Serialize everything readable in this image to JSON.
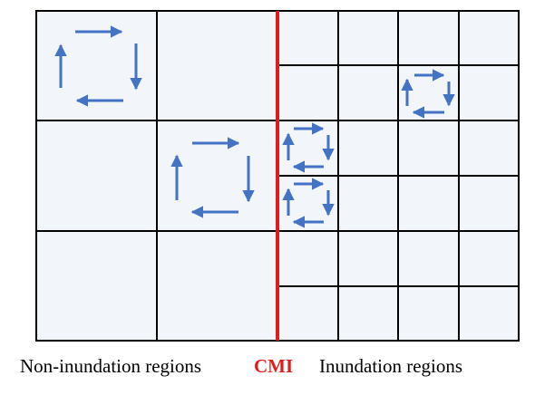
{
  "colors": {
    "cell_fill": "#f2f5fa",
    "grid_line": "#000000",
    "interface_line": "#e31b1b",
    "arrow": "#4472c4"
  },
  "labels": {
    "left": "Non-inundation regions",
    "interface": "CMI",
    "right": "Inundation regions"
  }
}
